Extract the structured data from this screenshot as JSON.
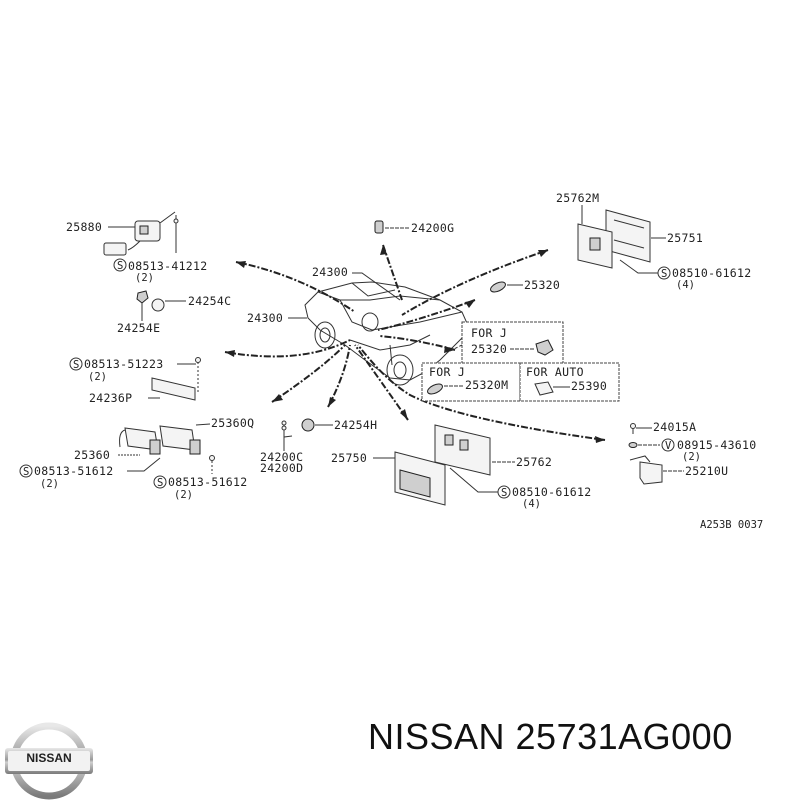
{
  "diagram": {
    "type": "exploded parts diagram",
    "ref_code": "A253B 0037",
    "labels": {
      "p25880": "25880",
      "s08513_41212": "08513-41212",
      "s08513_41212_qty": "(2)",
      "p24254C": "24254C",
      "p24254E": "24254E",
      "s08513_51223": "08513-51223",
      "s08513_51223_qty": "(2)",
      "p24236P": "24236P",
      "p25360Q": "25360Q",
      "p25360": "25360",
      "s08513_51612_a": "08513-51612",
      "s08513_51612_a_qty": "(2)",
      "s08513_51612_b": "08513-51612",
      "s08513_51612_b_qty": "(2)",
      "p24200C": "24200C",
      "p24200D": "24200D",
      "p24254H": "24254H",
      "p24200G": "24200G",
      "p24300_top": "24300",
      "p24300_left": "24300",
      "p25320": "25320",
      "for_j_1": "FOR J",
      "p25320_j": "25320",
      "for_j_2": "FOR J",
      "p25320M": "25320M",
      "for_auto": "FOR AUTO",
      "p25390": "25390",
      "p25762M": "25762M",
      "p25751": "25751",
      "s08510_61612_a": "08510-61612",
      "s08510_61612_a_qty": "(4)",
      "p25750": "25750",
      "p25762": "25762",
      "s08510_61612_b": "08510-61612",
      "s08510_61612_b_qty": "(4)",
      "p24015A": "24015A",
      "v08915_43610": "08915-43610",
      "v08915_43610_qty": "(2)",
      "p25210U": "25210U",
      "s_symbol": "S",
      "v_symbol": "V"
    }
  },
  "footer": {
    "brand_logo_text": "NISSAN",
    "title": "NISSAN 25731AG000"
  }
}
